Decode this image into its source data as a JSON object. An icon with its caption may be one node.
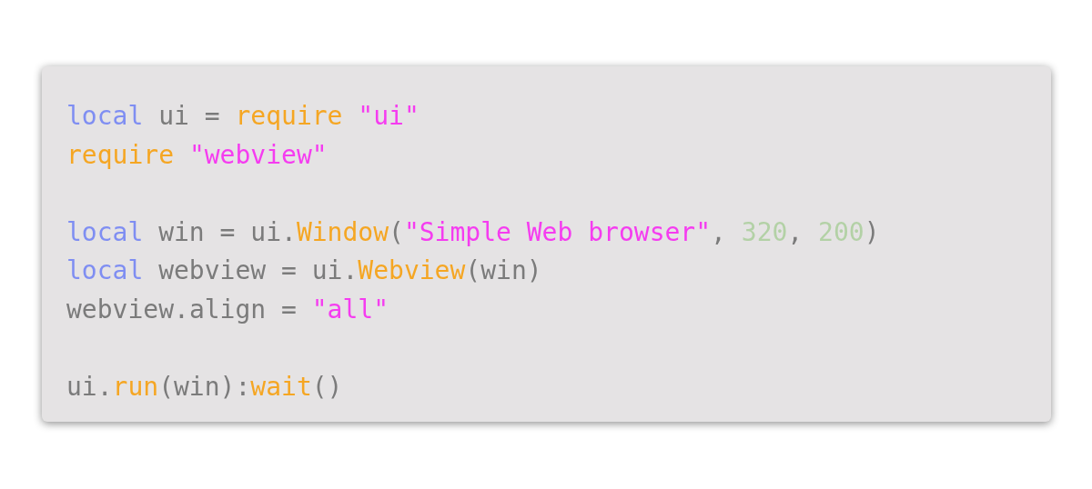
{
  "diagram": {
    "labels": [
      "local ui = require \"ui\"",
      "require \"webview\"",
      "local win = ui.Window(\"Simple Web browser\", 320, 200)",
      "local webview = ui.Webview(win)",
      "webview.align = \"all\"",
      "ui.run(win):wait()"
    ]
  }
}
